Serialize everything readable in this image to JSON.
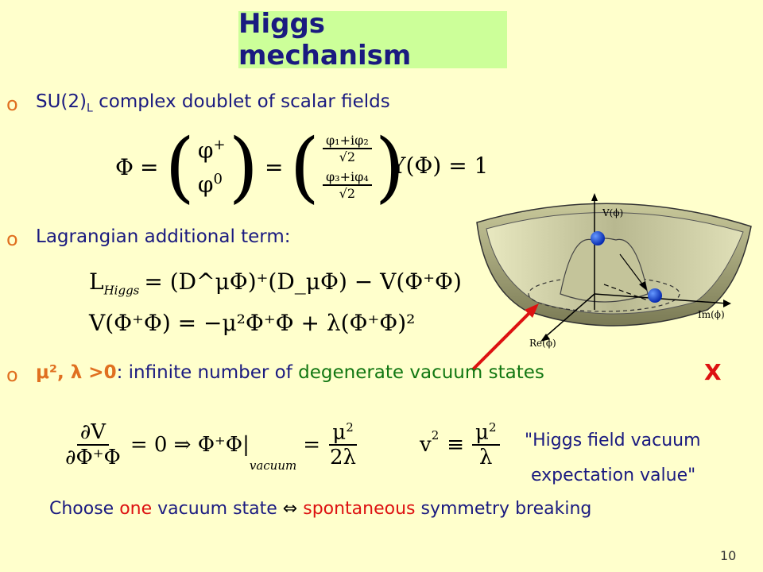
{
  "title": "Higgs mechanism",
  "bullet_symbol": "o",
  "bullet1": {
    "text_pre": "SU(2)",
    "text_sub": "L",
    "text_post": " complex doublet of scalar fields"
  },
  "eq_phi": {
    "lhs": "Φ",
    "eq": "=",
    "top_field": "φ",
    "top_sup": "+",
    "bot_field": "φ",
    "bot_sup": "0",
    "top_num": "φ₁+iφ₂",
    "top_den": "√2",
    "bot_num": "φ₃+iφ₄",
    "bot_den": "√2",
    "hypercharge": "Y(Φ) = 1"
  },
  "bullet2": {
    "text": "Lagrangian additional term:"
  },
  "eq_lagrangian": {
    "lhs_L": "L",
    "lhs_sub": "Higgs",
    "rhs": "= (D^μΦ)⁺(D_μΦ) − V(Φ⁺Φ)"
  },
  "eq_potential": {
    "text": "V(Φ⁺Φ) = −μ²Φ⁺Φ + λ(Φ⁺Φ)²"
  },
  "bullet3": {
    "cond": "μ², λ >0",
    "colon": ": infinite number of ",
    "highlight": "degenerate vacuum states",
    "cross": "X"
  },
  "eq_min": {
    "num": "∂V",
    "den": "∂Φ⁺Φ",
    "mid": "= 0 ⇒ Φ⁺Φ|",
    "sub": "vacuum",
    "rhs_num": "μ",
    "rhs_sup": "2",
    "rhs_den": "2λ"
  },
  "eq_v": {
    "lhs": "v",
    "lhs_sup": "2",
    "equiv": "≡",
    "num": "μ",
    "num_sup": "2",
    "den": "λ"
  },
  "quote_line1": "\"Higgs field vacuum",
  "quote_line2": "expectation value\"",
  "bottom": {
    "pre": "Choose ",
    "one": "one",
    "mid": " vacuum state ",
    "arrow": "⇔",
    "spont": " spontaneous",
    "post": " symmetry breaking"
  },
  "figure": {
    "v_label": "V(ϕ)",
    "im_label": "Im(ϕ)",
    "re_label": "Re(ϕ)"
  },
  "page_number": "10"
}
